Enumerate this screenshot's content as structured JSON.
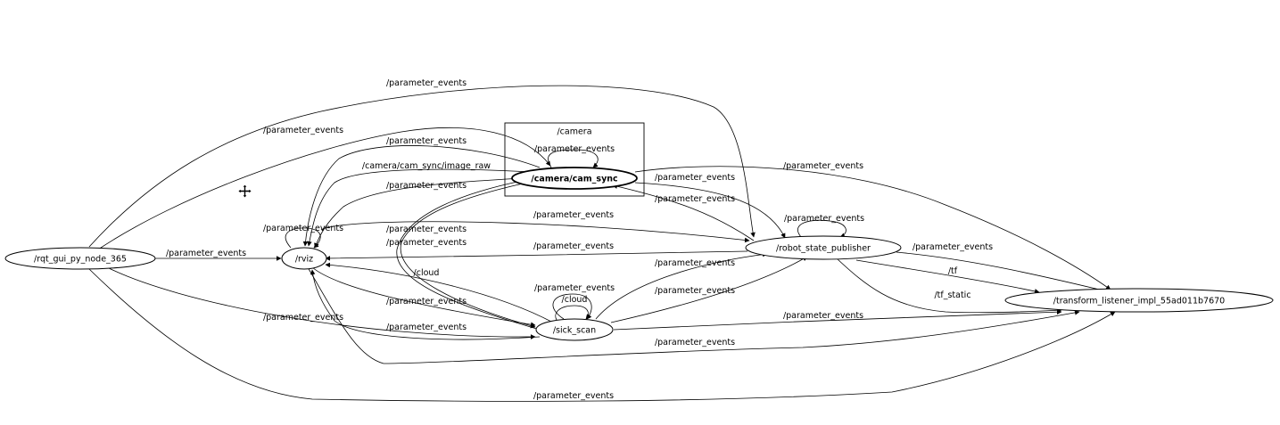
{
  "cluster": {
    "label": "/camera"
  },
  "nodes": {
    "rqt_gui": "/rqt_gui_py_node_365",
    "rviz": "/rviz",
    "cam_sync": "/camera/cam_sync",
    "robot_state_publisher": "/robot_state_publisher",
    "sick_scan": "/sick_scan",
    "transform_listener": "/transform_listener_impl_55ad011b7670"
  },
  "edge_labels": {
    "pe_top": "/parameter_events",
    "pe_rqt_cam": "/parameter_events",
    "pe_rviz_cam_1": "/parameter_events",
    "image_raw": "/camera/cam_sync/image_raw",
    "pe_rviz_cam_2": "/parameter_events",
    "pe_cam_self": "/parameter_events",
    "pe_cam_tl": "/parameter_events",
    "pe_cam_rsp_1": "/parameter_events",
    "pe_cam_rsp_2": "/parameter_events",
    "pe_rviz_rsp_1": "/parameter_events",
    "pe_rsp_self": "/parameter_events",
    "pe_rviz_self": "/parameter_events",
    "pe_cam_rviz_a": "/parameter_events",
    "pe_cam_rviz_b": "/parameter_events",
    "pe_rviz_rsp_2": "/parameter_events",
    "pe_rqt_rviz": "/parameter_events",
    "pe_rsp_tl": "/parameter_events",
    "cloud_rviz": "/cloud",
    "tf": "/tf",
    "pe_sick_rsp_1": "/parameter_events",
    "pe_sick_self": "/parameter_events",
    "cloud_self": "/cloud",
    "pe_sick_rsp_2": "/parameter_events",
    "tf_static": "/tf_static",
    "pe_sick_rviz_1": "/parameter_events",
    "pe_rqt_sick": "/parameter_events",
    "pe_sick_tl": "/parameter_events",
    "pe_sick_rviz_2": "/parameter_events",
    "pe_rviz_tl": "/parameter_events",
    "pe_rqt_tl": "/parameter_events"
  },
  "icons": {
    "cursor": "move-cursor-icon"
  }
}
